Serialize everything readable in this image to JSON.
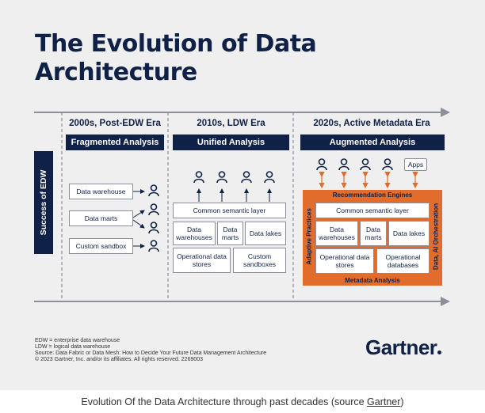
{
  "title": "The Evolution of Data Architecture",
  "side_label": "Success of EDW",
  "eras": [
    {
      "heading": "2000s, Post-EDW Era",
      "banner": "Fragmented Analysis",
      "boxes": [
        "Data warehouse",
        "Data marts",
        "Custom sandbox"
      ]
    },
    {
      "heading": "2010s, LDW Era",
      "banner": "Unified Analysis",
      "layer": "Common semantic layer",
      "boxes": [
        "Data warehouses",
        "Data marts",
        "Data lakes",
        "Operational data stores",
        "Custom sandboxes"
      ]
    },
    {
      "heading": "2020s, Active Metadata Era",
      "banner": "Augmented Analysis",
      "apps": "Apps",
      "top_label": "Recommendation Engines",
      "bottom_label": "Metadata Analysis",
      "left_label": "Adaptive Practices",
      "right_label": "Data, AI Orchestration",
      "layer": "Common semantic layer",
      "boxes": [
        "Data warehouses",
        "Data marts",
        "Data lakes",
        "Operational data stores",
        "Operational databases"
      ]
    }
  ],
  "footnotes": [
    "EDW = enterprise data warehouse",
    "LDW = logical data warehouse",
    "Source: Data Fabric or Data Mesh: How to Decide Your Future Data Management Architecture",
    "© 2023 Gartner, Inc. and/or its affiliates. All rights reserved. 2269003"
  ],
  "logo": "Gartner",
  "caption": {
    "prefix": "Evolution Of the Data Architecture through past decades (source ",
    "link": "Gartner",
    "suffix": ")"
  },
  "colors": {
    "navy": "#0f2147",
    "orange": "#e26c2c",
    "panel": "#efefef"
  },
  "icons": [
    "user-icon",
    "arrow-right-icon",
    "arrow-up-icon",
    "double-arrow-icon"
  ]
}
